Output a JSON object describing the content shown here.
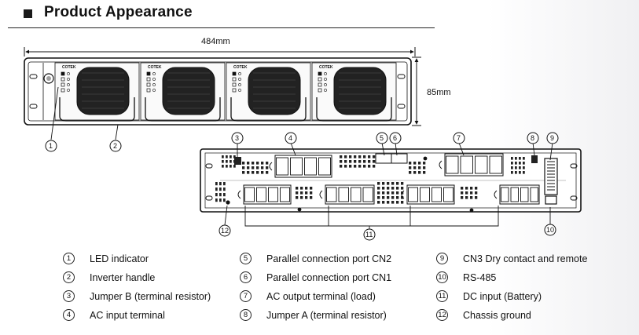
{
  "header": {
    "title": "Product Appearance"
  },
  "dimensions": {
    "width_label": "484mm",
    "height_label": "85mm"
  },
  "front_panel": {
    "brand": "COTEK",
    "module_count": 4
  },
  "callouts": [
    "1",
    "2",
    "3",
    "4",
    "5",
    "6",
    "7",
    "8",
    "9",
    "10",
    "11",
    "12"
  ],
  "legend": [
    {
      "num": "1",
      "label": "LED indicator"
    },
    {
      "num": "2",
      "label": "Inverter handle"
    },
    {
      "num": "3",
      "label": "Jumper B (terminal resistor)"
    },
    {
      "num": "4",
      "label": "AC input terminal"
    },
    {
      "num": "5",
      "label": "Parallel connection port CN2"
    },
    {
      "num": "6",
      "label": "Parallel connection port CN1"
    },
    {
      "num": "7",
      "label": "AC output terminal (load)"
    },
    {
      "num": "8",
      "label": "Jumper A (terminal resistor)"
    },
    {
      "num": "9",
      "label": "CN3 Dry contact and remote"
    },
    {
      "num": "10",
      "label": "RS-485"
    },
    {
      "num": "11",
      "label": "DC input (Battery)"
    },
    {
      "num": "12",
      "label": "Chassis ground"
    }
  ]
}
